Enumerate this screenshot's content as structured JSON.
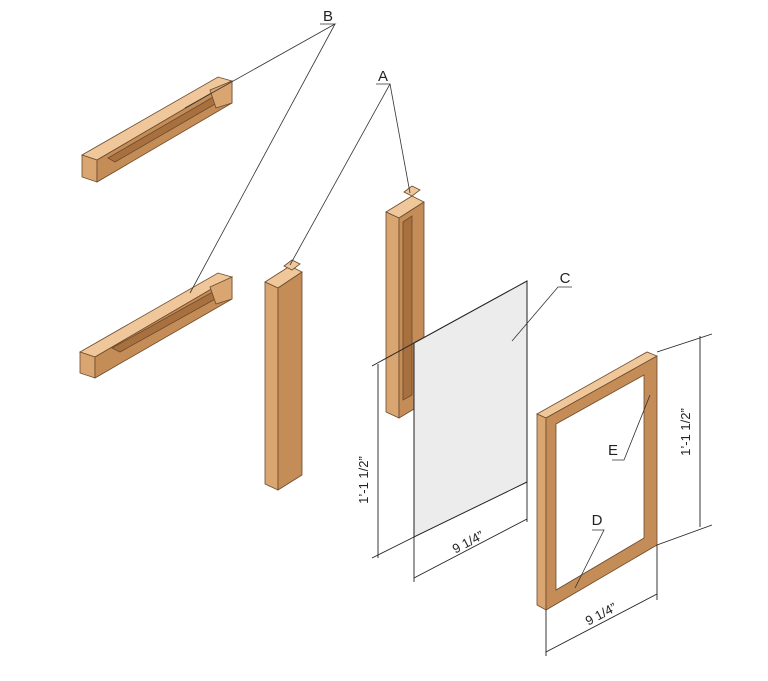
{
  "labels": {
    "a": "A",
    "b": "B",
    "c": "C",
    "d": "D",
    "e": "E"
  },
  "dimensions": {
    "glass_height": "1’-1 1/2”",
    "glass_width": "9 1/4”",
    "frame_height": "1’-1 1/2”",
    "frame_width": "9 1/4”"
  },
  "colors": {
    "wood_light": "#EFC79A",
    "wood_mid": "#D9A571",
    "wood_dark": "#C48C57",
    "glass": "#ECECEC"
  }
}
